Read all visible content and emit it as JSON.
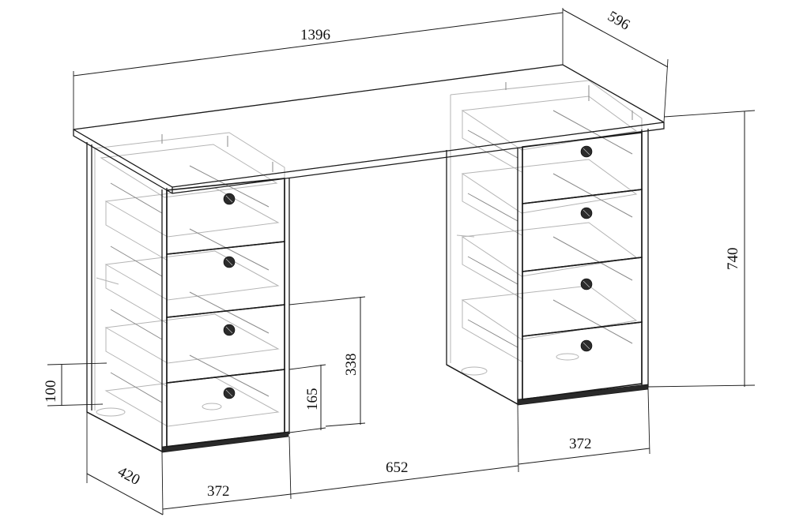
{
  "dimensions": {
    "overall_width": "1396",
    "depth": "596",
    "height": "740",
    "pedestal_width_left": "372",
    "pedestal_width_right": "372",
    "knee_space": "652",
    "pedestal_depth": "420",
    "drawer_height_small": "165",
    "drawer_height_large": "338",
    "plinth_height": "100"
  },
  "colors": {
    "line": "#1a1a1a",
    "hidden": "#b4b4b4",
    "background": "#ffffff"
  }
}
